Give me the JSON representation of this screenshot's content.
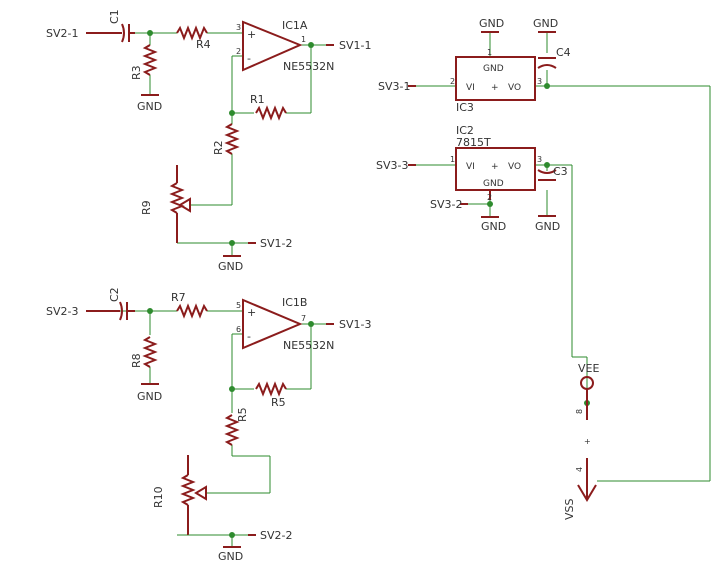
{
  "colors": {
    "wire": "#2e8b2e",
    "part": "#8b1c1c",
    "text": "#333333",
    "background": "#ffffff"
  },
  "labels": {
    "sv2_1": "SV2-1",
    "c1": "C1",
    "r4": "R4",
    "r3": "R3",
    "gnd_a": "GND",
    "ic1a": "IC1A",
    "ne1": "NE5532N",
    "sv1_1": "SV1-1",
    "r1": "R1",
    "r2": "R2",
    "r9": "R9",
    "sv1_2": "SV1-2",
    "gnd_b": "GND",
    "sv2_3": "SV2-3",
    "c2": "C2",
    "r7": "R7",
    "r8": "R8",
    "gnd_c": "GND",
    "ic1b": "IC1B",
    "ne2": "NE5532N",
    "sv1_3": "SV1-3",
    "r5a": "R5",
    "r5b": "R5",
    "r10": "R10",
    "sv2_2": "SV2-2",
    "gnd_d": "GND",
    "gnd_e": "GND",
    "gnd_f": "GND",
    "c4": "C4",
    "sv3_1": "SV3-1",
    "ic3_gnd": "GND",
    "vi": "VI",
    "vo": "VO",
    "ic3": "IC3",
    "ic2": "IC2",
    "t7815": "7815T",
    "sv3_3": "SV3-3",
    "ic2_gnd": "GND",
    "c3": "C3",
    "sv3_2": "SV3-2",
    "gnd_g": "GND",
    "gnd_h": "GND",
    "vee": "VEE",
    "vss": "VSS"
  },
  "pins": {
    "p1a": "3",
    "p2a": "2",
    "p3a": "1",
    "p1b": "5",
    "p2b": "6",
    "p3b": "7",
    "ic3_1": "1",
    "ic3_2": "2",
    "ic3_3": "3",
    "ic2_1": "1",
    "ic2_2": "2",
    "ic2_3": "3",
    "p8": "8",
    "p4": "4"
  },
  "symbols": {
    "plus": "+",
    "minus": "-"
  }
}
